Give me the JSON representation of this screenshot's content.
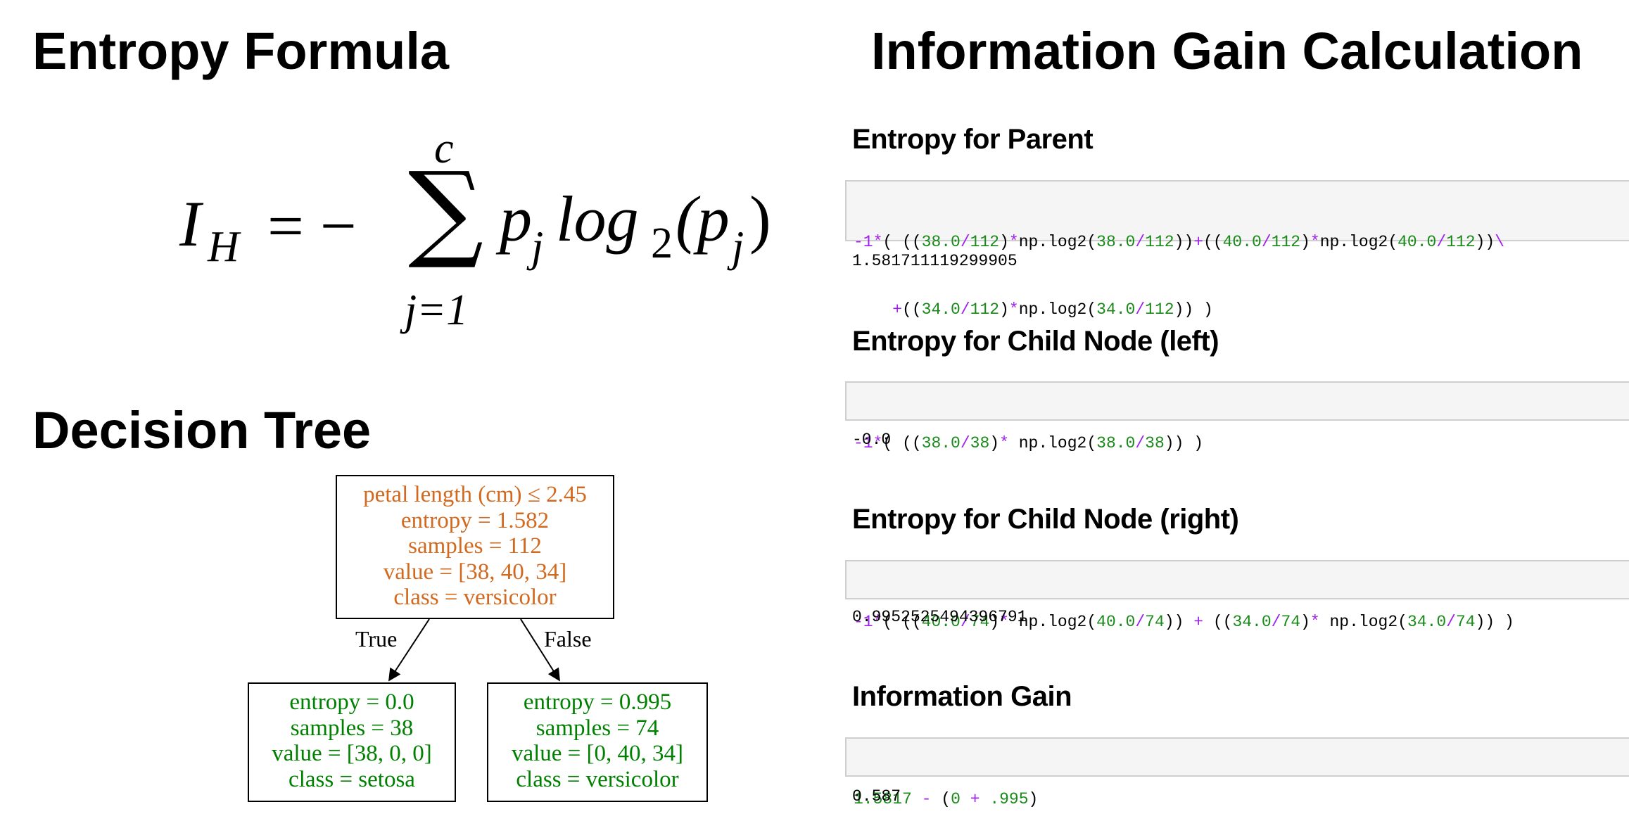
{
  "titles": {
    "entropy_formula": "Entropy Formula",
    "decision_tree": "Decision Tree",
    "info_gain": "Information Gain Calculation"
  },
  "formula": {
    "lhs_I": "I",
    "lhs_sub": "H",
    "equals_minus": "= −",
    "sigma": "∑",
    "upper": "c",
    "lower": "j=1",
    "term_p": "p",
    "term_sub_j": "j",
    "term_log": "log",
    "term_log_sub": "2",
    "term_paren_open": "(p",
    "term_paren_sub": "j",
    "term_paren_close": ")"
  },
  "sections": [
    {
      "heading": "Entropy for Parent",
      "code_line1": [
        [
          "p",
          "-1*"
        ],
        [
          "k",
          "( (("
        ],
        [
          "g",
          "38.0"
        ],
        [
          "p",
          "/"
        ],
        [
          "g",
          "112"
        ],
        [
          "k",
          ")"
        ],
        [
          "p",
          "*"
        ],
        [
          "k",
          "np.log2("
        ],
        [
          "g",
          "38.0"
        ],
        [
          "p",
          "/"
        ],
        [
          "g",
          "112"
        ],
        [
          "k",
          "))"
        ],
        [
          "p",
          "+"
        ],
        [
          "k",
          "(("
        ],
        [
          "g",
          "40.0"
        ],
        [
          "p",
          "/"
        ],
        [
          "g",
          "112"
        ],
        [
          "k",
          ")"
        ],
        [
          "p",
          "*"
        ],
        [
          "k",
          "np.log2("
        ],
        [
          "g",
          "40.0"
        ],
        [
          "p",
          "/"
        ],
        [
          "g",
          "112"
        ],
        [
          "k",
          "))"
        ],
        [
          "p",
          "\\"
        ]
      ],
      "code_line2": [
        [
          "k",
          "    "
        ],
        [
          "p",
          "+"
        ],
        [
          "k",
          "(("
        ],
        [
          "g",
          "34.0"
        ],
        [
          "p",
          "/"
        ],
        [
          "g",
          "112"
        ],
        [
          "k",
          ")"
        ],
        [
          "p",
          "*"
        ],
        [
          "k",
          "np.log2("
        ],
        [
          "g",
          "34.0"
        ],
        [
          "p",
          "/"
        ],
        [
          "g",
          "112"
        ],
        [
          "k",
          ")) )"
        ]
      ],
      "output": "1.581711119299905"
    },
    {
      "heading": "Entropy for Child Node (left)",
      "code_line1": [
        [
          "p",
          "-1*"
        ],
        [
          "k",
          "( (("
        ],
        [
          "g",
          "38.0"
        ],
        [
          "p",
          "/"
        ],
        [
          "g",
          "38"
        ],
        [
          "k",
          ")"
        ],
        [
          "p",
          "*"
        ],
        [
          "k",
          " np.log2("
        ],
        [
          "g",
          "38.0"
        ],
        [
          "p",
          "/"
        ],
        [
          "g",
          "38"
        ],
        [
          "k",
          ")) )"
        ]
      ],
      "output": "-0.0"
    },
    {
      "heading": "Entropy for Child Node (right)",
      "code_line1": [
        [
          "p",
          "-1*"
        ],
        [
          "k",
          "( (("
        ],
        [
          "g",
          "40.0"
        ],
        [
          "p",
          "/"
        ],
        [
          "g",
          "74"
        ],
        [
          "k",
          ")"
        ],
        [
          "p",
          "*"
        ],
        [
          "k",
          " np.log2("
        ],
        [
          "g",
          "40.0"
        ],
        [
          "p",
          "/"
        ],
        [
          "g",
          "74"
        ],
        [
          "k",
          ")) "
        ],
        [
          "p",
          "+"
        ],
        [
          "k",
          " (("
        ],
        [
          "g",
          "34.0"
        ],
        [
          "p",
          "/"
        ],
        [
          "g",
          "74"
        ],
        [
          "k",
          ")"
        ],
        [
          "p",
          "*"
        ],
        [
          "k",
          " np.log2("
        ],
        [
          "g",
          "34.0"
        ],
        [
          "p",
          "/"
        ],
        [
          "g",
          "74"
        ],
        [
          "k",
          ")) )"
        ]
      ],
      "output": "0.9952525494396791"
    },
    {
      "heading": "Information Gain",
      "code_line1": [
        [
          "g",
          "1.5817"
        ],
        [
          "k",
          " "
        ],
        [
          "p",
          "-"
        ],
        [
          "k",
          " ("
        ],
        [
          "g",
          "0"
        ],
        [
          "k",
          " "
        ],
        [
          "p",
          "+"
        ],
        [
          "k",
          " "
        ],
        [
          "g",
          ".995"
        ],
        [
          "k",
          ")"
        ]
      ],
      "output": "0.587"
    }
  ],
  "tree": {
    "root": {
      "lines": [
        "petal length (cm) ≤ 2.45",
        "entropy = 1.582",
        "samples = 112",
        "value = [38, 40, 34]",
        "class = versicolor"
      ],
      "color": "#d2691e"
    },
    "left": {
      "lines": [
        "entropy = 0.0",
        "samples = 38",
        "value = [38, 0, 0]",
        "class = setosa"
      ],
      "color": "#008000"
    },
    "right": {
      "lines": [
        "entropy = 0.995",
        "samples = 74",
        "value = [0, 40, 34]",
        "class = versicolor"
      ],
      "color": "#008000"
    },
    "edge_true": "True",
    "edge_false": "False"
  }
}
